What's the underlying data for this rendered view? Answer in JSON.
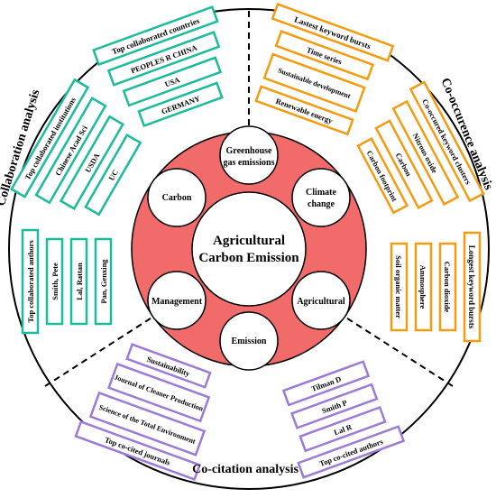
{
  "colors": {
    "teal": "#1abc9c",
    "orange": "#f39c12",
    "purple": "#9b7bd6",
    "ring_fill": "#f26b6b",
    "outline": "#000000"
  },
  "center": {
    "line1": "Agricultural",
    "line2": "Carbon Emission"
  },
  "topics": [
    [
      "Greenhouse",
      "gas emissions"
    ],
    [
      "Climate",
      "change"
    ],
    [
      "Agricultural"
    ],
    [
      "Emission"
    ],
    [
      "Management"
    ],
    [
      "Carbon"
    ]
  ],
  "sections": {
    "collaboration": {
      "title": "Collaboration analysis",
      "countries_header": "Top collaborated countries",
      "countries": [
        "PEOPLES R CHINA",
        "USA",
        "GERMANY"
      ],
      "institutions_header": "Top collaborated institutions",
      "institutions": [
        "Chinese Acad Sci",
        "USDA",
        "UC"
      ],
      "authors_header": "Top collaborated authors",
      "authors": [
        "Smith, Pete",
        "Lal, Rattan",
        "Pan, Genxing"
      ]
    },
    "cooccurrence": {
      "title": "Co-occurence analysis",
      "bursts_header": "Lastest keyword bursts",
      "bursts": [
        "Time series",
        "Sustainable development",
        "Renewable energy"
      ],
      "clusters_header": "Co-occured keyword clusters",
      "clusters": [
        "Nitrous oxide",
        "Carbon",
        "Carbon footprint"
      ],
      "longest_header": "Longest keyword bursts",
      "longest": [
        "Carbon dioxide",
        "Ammosphere",
        "Soil organic matter"
      ]
    },
    "cocitation": {
      "title": "Co-citation analysis",
      "journals": [
        "Sustainability",
        "Journal of Cleaner Production",
        "Science of the Total Environment"
      ],
      "journals_header": "Top co-cited journals",
      "authors": [
        "Tilman D",
        "Smith P",
        "Lal R"
      ],
      "authors_header": "Top co-cited authors"
    }
  }
}
